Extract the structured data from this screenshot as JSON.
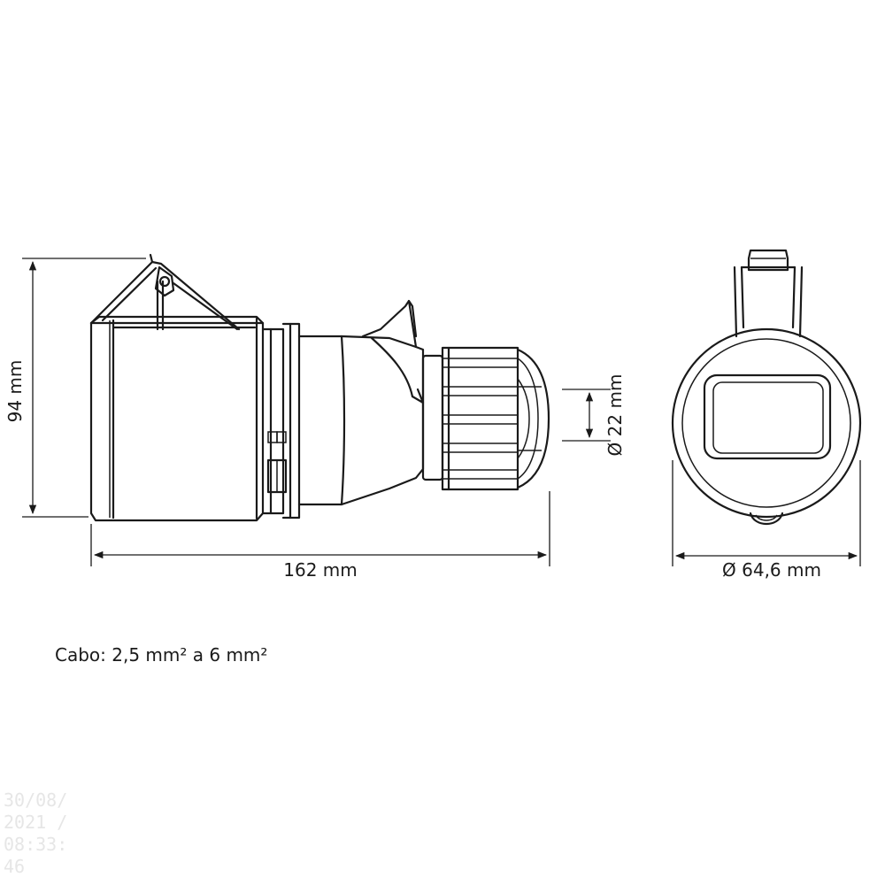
{
  "dimensions": {
    "height": "94 mm",
    "length": "162 mm",
    "cable_diameter": "Ø 22 mm",
    "body_diameter": "Ø 64,6 mm"
  },
  "note": "Cabo: 2,5 mm² a 6 mm²",
  "watermark": {
    "lines": [
      "30/08/",
      "2021 /",
      "08:33:",
      "46"
    ]
  },
  "colors": {
    "line": "#1a1a1a",
    "background": "#ffffff",
    "watermark": "#e6e6e6"
  }
}
